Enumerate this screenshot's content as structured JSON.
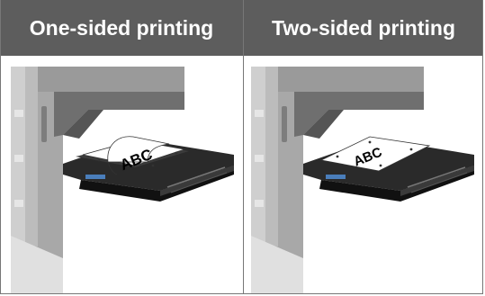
{
  "table": {
    "headers": [
      "One-sided printing",
      "Two-sided printing"
    ],
    "paper_text": [
      "ABC",
      "ABC"
    ]
  },
  "images": [
    {
      "name": "printer-tray-one-sided",
      "icon": "printer-multipurpose-feeder"
    },
    {
      "name": "printer-tray-two-sided",
      "icon": "printer-multipurpose-feeder"
    }
  ],
  "colors": {
    "header_bg": "#5d5d5d",
    "header_text": "#ffffff",
    "border": "#777777"
  }
}
